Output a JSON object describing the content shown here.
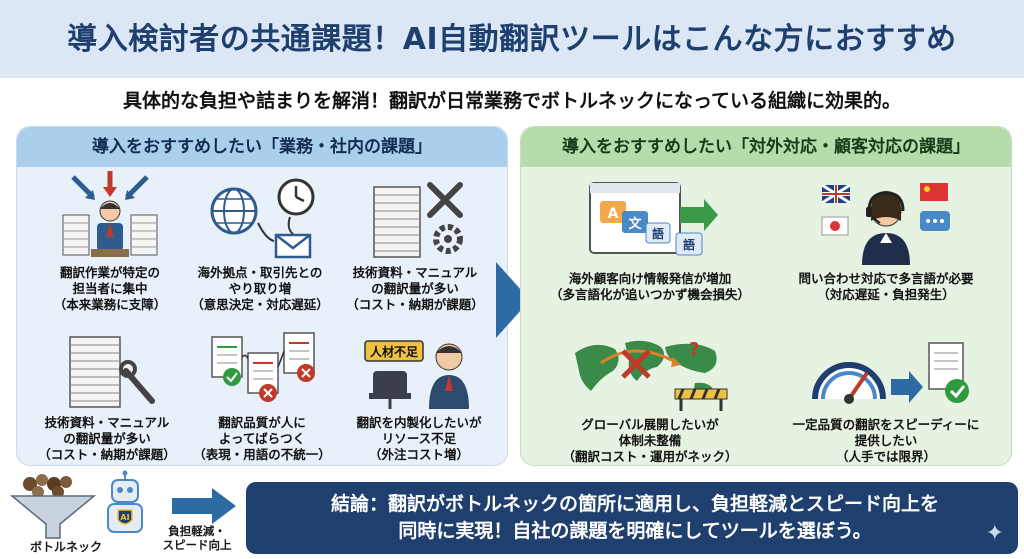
{
  "title": "導入検討者の共通課題！AI自動翻訳ツールはこんな方におすすめ",
  "subtitle": "具体的な負担や詰まりを解消！翻訳が日常業務でボトルネックになっている組織に効果的。",
  "left_panel": {
    "header": "導入をおすすめしたい「業務・社内の課題」",
    "items": [
      {
        "line1": "翻訳作業が特定の",
        "line2": "担当者に集中",
        "line3": "（本来業務に支障）"
      },
      {
        "line1": "海外拠点・取引先との",
        "line2": "やり取り増",
        "line3": "（意思決定・対応遅延）"
      },
      {
        "line1": "技術資料・マニュアル",
        "line2": "の翻訳量が多い",
        "line3": "（コスト・納期が課題）"
      },
      {
        "line1": "技術資料・マニュアル",
        "line2": "の翻訳量が多い",
        "line3": "（コスト・納期が課題）"
      },
      {
        "line1": "翻訳品質が人に",
        "line2": "よってばらつく",
        "line3": "（表現・用語の不統一）"
      },
      {
        "line1": "翻訳を内製化したいが",
        "line2": "リソース不足",
        "line3": "（外注コスト増）"
      }
    ],
    "sign_text": "人材不足"
  },
  "right_panel": {
    "header": "導入をおすすめしたい「対外対応・顧客対応の課題」",
    "items": [
      {
        "line1": "海外顧客向け情報発信が増加",
        "line2": "（多言語化が追いつかず機会損失）",
        "line3": ""
      },
      {
        "line1": "問い合わせ対応で多言語が必要",
        "line2": "（対応遅延・負担発生）",
        "line3": ""
      },
      {
        "line1": "グローバル展開したいが",
        "line2": "体制未整備",
        "line3": "（翻訳コスト・運用がネック）"
      },
      {
        "line1": "一定品質の翻訳をスピーディーに",
        "line2": "提供したい",
        "line3": "（人手では限界）"
      }
    ],
    "translate_glyphs": [
      "A",
      "文",
      "語",
      "語"
    ]
  },
  "bottom": {
    "funnel_label": "ボトルネック",
    "robot_badge": "AI",
    "arrow_label_line1": "負担軽減・",
    "arrow_label_line2": "スピード向上",
    "conclusion_line1": "結論：翻訳がボトルネックの箇所に適用し、負担軽減とスピード向上を",
    "conclusion_line2": "同時に実現！自社の課題を明確にしてツールを選ぼう。"
  },
  "colors": {
    "title_text": "#1f3f6e",
    "left_panel_bg": "#e8f1fa",
    "right_panel_bg": "#e6f2e2",
    "conclusion_bg": "#1f3f6e",
    "accent_blue": "#2e6aa3",
    "check_green": "#2e9b3e"
  }
}
